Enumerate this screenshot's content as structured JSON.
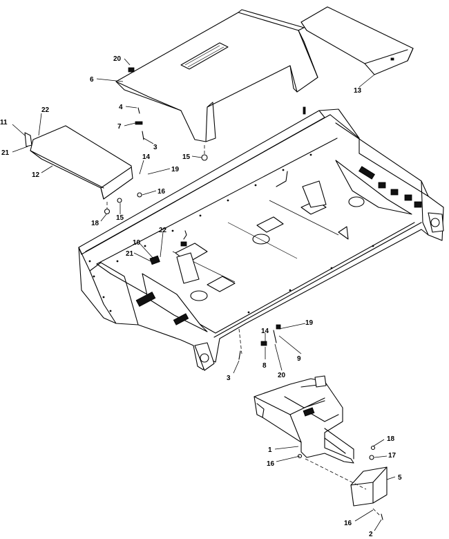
{
  "callouts": [
    {
      "text": "20"
    },
    {
      "text": "6"
    },
    {
      "text": "4"
    },
    {
      "text": "7"
    },
    {
      "text": "3"
    },
    {
      "text": "11"
    },
    {
      "text": "22"
    },
    {
      "text": "21"
    },
    {
      "text": "12"
    },
    {
      "text": "14"
    },
    {
      "text": "19"
    },
    {
      "text": "16"
    },
    {
      "text": "18"
    },
    {
      "text": "15"
    },
    {
      "text": "15"
    },
    {
      "text": "13"
    },
    {
      "text": "10"
    },
    {
      "text": "22"
    },
    {
      "text": "21"
    },
    {
      "text": "3"
    },
    {
      "text": "14"
    },
    {
      "text": "19"
    },
    {
      "text": "8"
    },
    {
      "text": "9"
    },
    {
      "text": "20"
    },
    {
      "text": "1"
    },
    {
      "text": "16"
    },
    {
      "text": "18"
    },
    {
      "text": "17"
    },
    {
      "text": "5"
    },
    {
      "text": "16"
    },
    {
      "text": "2"
    }
  ]
}
